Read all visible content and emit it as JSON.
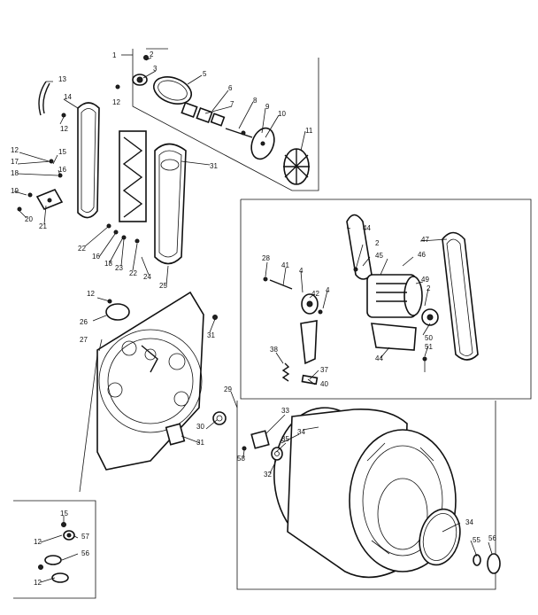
{
  "labels": {
    "n1": "1",
    "n2a": "2",
    "n3": "3",
    "n5": "5",
    "n6": "6",
    "n7": "7",
    "n8": "8",
    "n9": "9",
    "n10": "10",
    "n11": "11",
    "n12a": "12",
    "n13": "13",
    "n14": "14",
    "n12b": "12",
    "n12c": "12",
    "n17": "17",
    "n15a": "15",
    "n18a": "18",
    "n16a": "16",
    "n19": "19",
    "n20": "20",
    "n21": "21",
    "n22a": "22",
    "n16b": "16",
    "n18b": "18",
    "n23": "23",
    "n22b": "22",
    "n24": "24",
    "n25": "25",
    "n31a": "31",
    "n28": "28",
    "n41": "41",
    "n4a": "4",
    "n42": "42",
    "n4b": "4",
    "n44a": "44",
    "n2b": "2",
    "n45": "45",
    "n46": "46",
    "n47": "47",
    "n49": "49",
    "n2c": "2",
    "n50": "50",
    "n51": "51",
    "n44b": "44",
    "n38": "38",
    "n37": "37",
    "n40": "40",
    "n12d": "12",
    "n26": "26",
    "n31b": "31",
    "n27": "27",
    "n30": "30",
    "n31c": "31",
    "n29": "29",
    "n33": "33",
    "n34a": "34",
    "n35": "35",
    "n58": "58",
    "n32": "32",
    "n34b": "34",
    "n55": "55",
    "n56": "56",
    "n15b": "15",
    "n12e": "12",
    "n57": "57",
    "n56b": "56",
    "n12f": "12"
  }
}
